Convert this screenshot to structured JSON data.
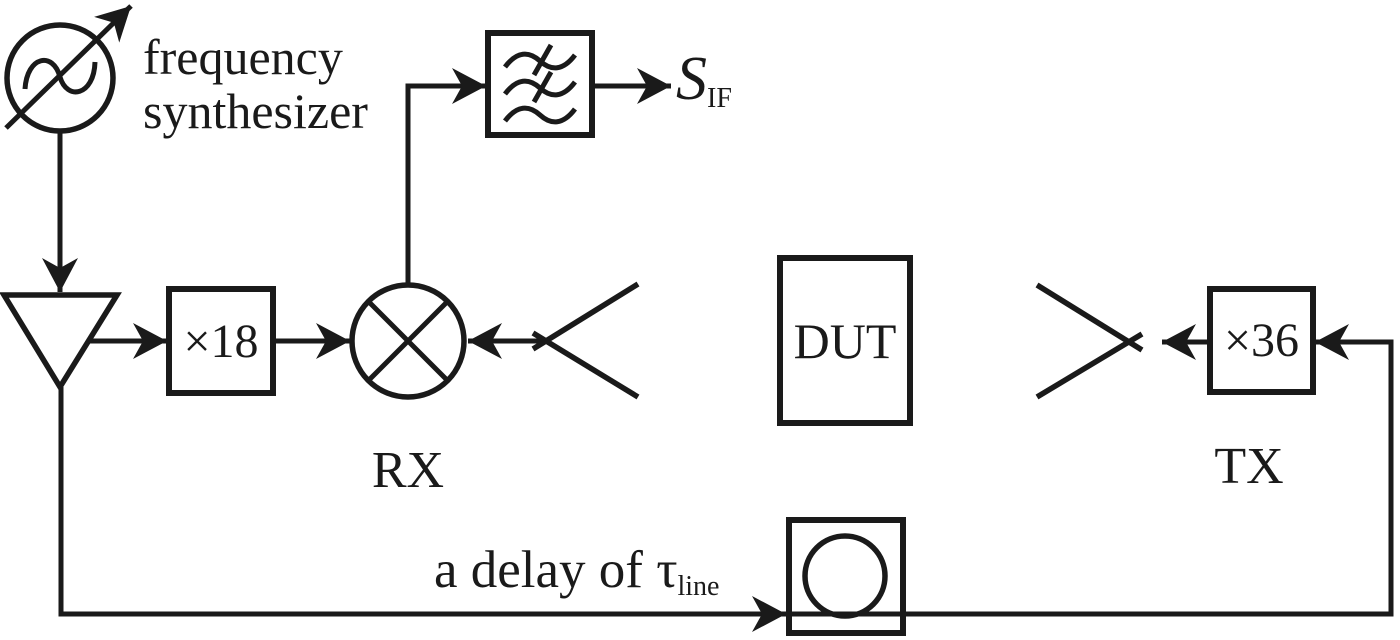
{
  "figure": {
    "background": "#ffffff",
    "ink": "#1a1a1a",
    "labels": {
      "source_line1": "frequency",
      "source_line2": "synthesizer",
      "rx_multiplier": "×18",
      "tx_multiplier": "×36",
      "dut": "DUT",
      "rx": "RX",
      "tx": "TX",
      "if_symbol": "S",
      "if_subscript": "IF",
      "delay_text": "a delay of τ",
      "delay_subscript": "line"
    },
    "icons": {
      "frequency-synthesizer-icon": "circled sine source with tuning arrow",
      "splitter-amplifier-icon": "downward triangle",
      "mixer-icon": "circle with diagonal cross",
      "bandpass-filter-icon": "box with three struck sine waves",
      "rx-antenna-icon": "horn antenna opening right",
      "tx-antenna-icon": "horn antenna opening left",
      "delay-line-icon": "box with fiber loop circle"
    }
  }
}
